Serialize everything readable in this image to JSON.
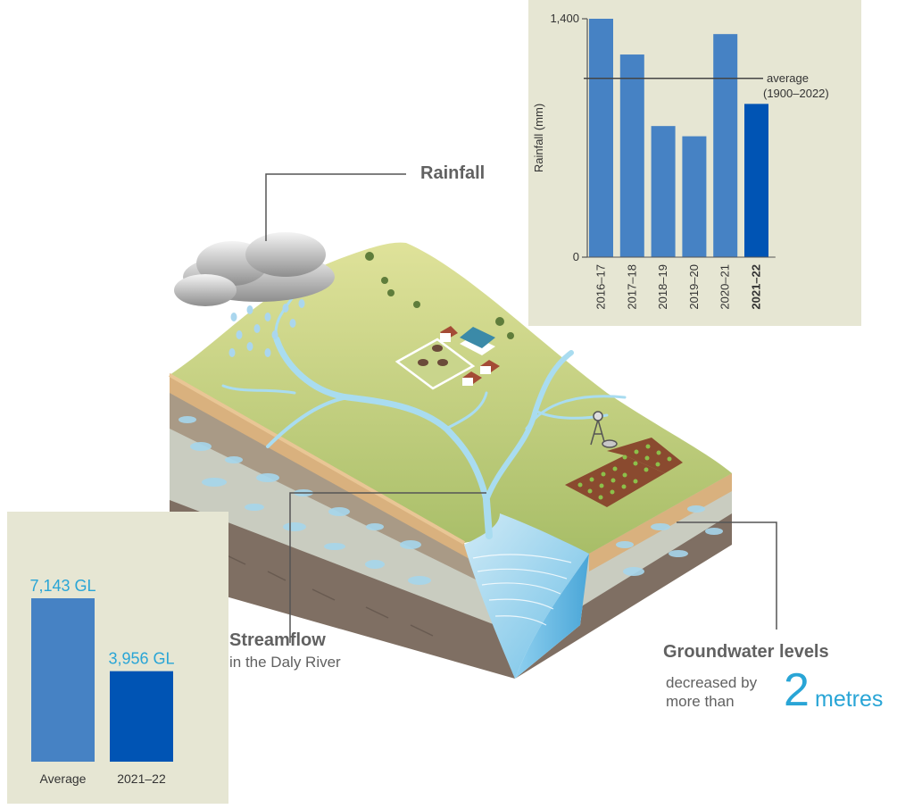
{
  "labels": {
    "rainfall": "Rainfall",
    "streamflow_title": "Streamflow",
    "streamflow_sub": "in the Daly River",
    "groundwater_title": "Groundwater levels",
    "gw_line1": "decreased by",
    "gw_line2": "more than",
    "gw_number": "2",
    "gw_unit": "metres"
  },
  "colors": {
    "bar": "#4682c4",
    "bar_highlight": "#0054b4",
    "accent": "#29a5d6",
    "panel": "#e6e6d3",
    "label": "#616161"
  },
  "chart_data": [
    {
      "type": "bar",
      "categories": [
        "2016–17",
        "2017–18",
        "2018–19",
        "2019–20",
        "2020–21",
        "2021–22"
      ],
      "highlight": "2021–22",
      "values": [
        1400,
        1190,
        770,
        710,
        1310,
        900
      ],
      "ylabel": "Rainfall (mm)",
      "yticks": [
        0,
        1400
      ],
      "yticklabels": [
        "0",
        "1,400"
      ],
      "ylim": [
        0,
        1400
      ],
      "reference_line": {
        "value": 1050,
        "label_line1": "average",
        "label_line2": "(1900–2022)"
      },
      "grid": false
    },
    {
      "type": "bar",
      "categories": [
        "Average",
        "2021–22"
      ],
      "values": [
        7143,
        3956
      ],
      "value_labels": [
        "7,143 GL",
        "3,956 GL"
      ],
      "ylim": [
        0,
        7143
      ],
      "grid": false
    }
  ]
}
